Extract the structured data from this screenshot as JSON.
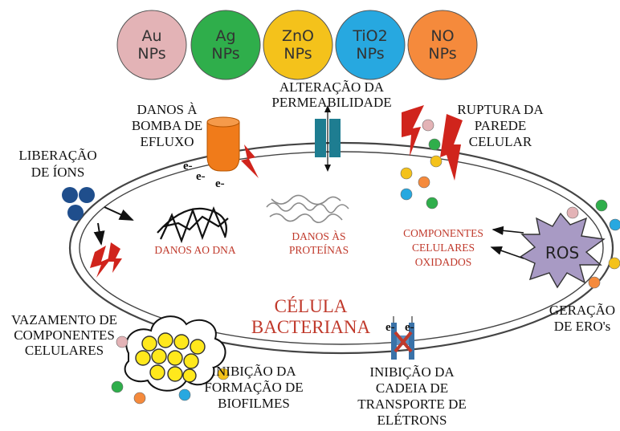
{
  "nanoparticles": [
    {
      "line1": "Au",
      "line2": "NPs",
      "color": "#e3b3b6"
    },
    {
      "line1": "Ag",
      "line2": "NPs",
      "color": "#2fae4b"
    },
    {
      "line1": "ZnO",
      "line2": "NPs",
      "color": "#f4c21b"
    },
    {
      "line1": "TiO2",
      "line2": "NPs",
      "color": "#27a8e0"
    },
    {
      "line1": "NO",
      "line2": "NPs",
      "color": "#f58a3c"
    }
  ],
  "labels": {
    "efflux": [
      "DANOS À",
      "BOMBA DE",
      "EFLUXO"
    ],
    "permeability": [
      "ALTERAÇÃO DA",
      "PERMEABILIDADE"
    ],
    "rupture": [
      "RUPTURA DA",
      "PAREDE",
      "CELULAR"
    ],
    "ions": [
      "LIBERAÇÃO",
      "DE ÍONS"
    ],
    "dna": "DANOS AO DNA",
    "proteins": [
      "DANOS ÀS",
      "PROTEÍNAS"
    ],
    "oxidized": [
      "COMPONENTES",
      "CELULARES",
      "OXIDADOS"
    ],
    "ros": "ROS",
    "cell": [
      "CÉLULA",
      "BACTERIANA"
    ],
    "leakage": [
      "VAZAMENTO DE",
      "COMPONENTES",
      "CELULARES"
    ],
    "ros_generation": [
      "GERAÇÃO",
      "DE ERO's"
    ],
    "biofilm": [
      "INIBIÇÃO DA",
      "FORMAÇÃO DE",
      "BIOFILMES"
    ],
    "electron_chain": [
      "INIBIÇÃO DA",
      "CADEIA DE",
      "TRANSPORTE DE",
      "ELÉTRONS"
    ],
    "electron": "e-"
  },
  "colors": {
    "label_red": "#c0392b",
    "ros_fill": "#a89ac4",
    "efflux_pump": "#f07b1a",
    "channel": "#1e7d91",
    "ion": "#1f4e8c",
    "lightning": "#d0241c",
    "biofilm": "#ffe81c",
    "chain": "#3a72a8",
    "cross": "#c0392b"
  }
}
